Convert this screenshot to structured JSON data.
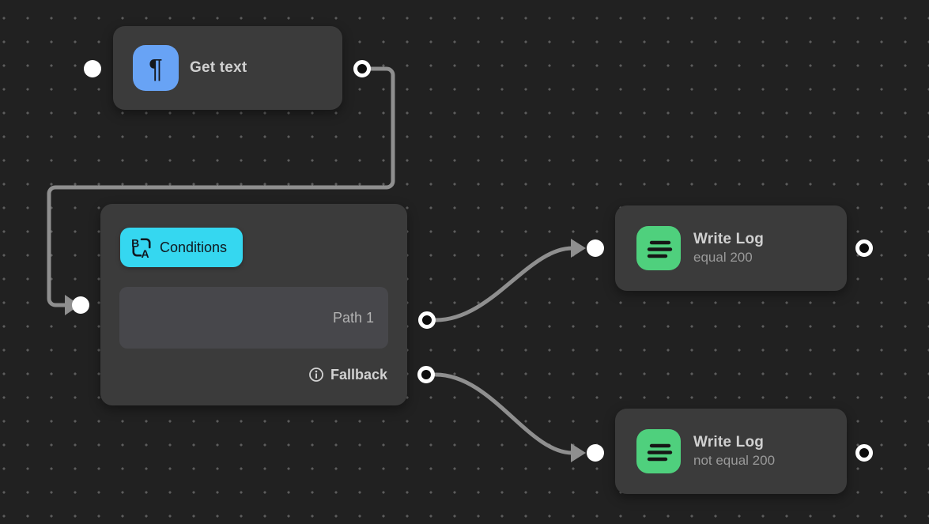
{
  "canvas": {
    "type": "workflow-editor-canvas"
  },
  "nodes": {
    "get_text": {
      "title": "Get text",
      "icon": "pilcrow-icon",
      "icon_glyph": "¶"
    },
    "conditions": {
      "badge_label": "Conditions",
      "badge_icon": "a-b-swap-icon",
      "path_rows": [
        {
          "label": "Path 1"
        }
      ],
      "fallback_label": "Fallback",
      "fallback_icon": "info-circle-icon"
    },
    "write_log_equal": {
      "title": "Write Log",
      "subtitle": "equal 200",
      "icon": "log-lines-icon"
    },
    "write_log_not_equal": {
      "title": "Write Log",
      "subtitle": "not equal 200",
      "icon": "log-lines-icon"
    }
  },
  "colors": {
    "canvas_bg": "#212121",
    "grid_dot": "#5d5d5d",
    "node_bg": "#3b3b3b",
    "path_row_bg": "#47474b",
    "badge_cyan": "#35d7f0",
    "icon_blue": "#68a3f5",
    "icon_green": "#4fd07d",
    "edge_gray": "#8f8f8f",
    "port_white": "#ffffff",
    "port_core_black": "#0d0d0d"
  }
}
